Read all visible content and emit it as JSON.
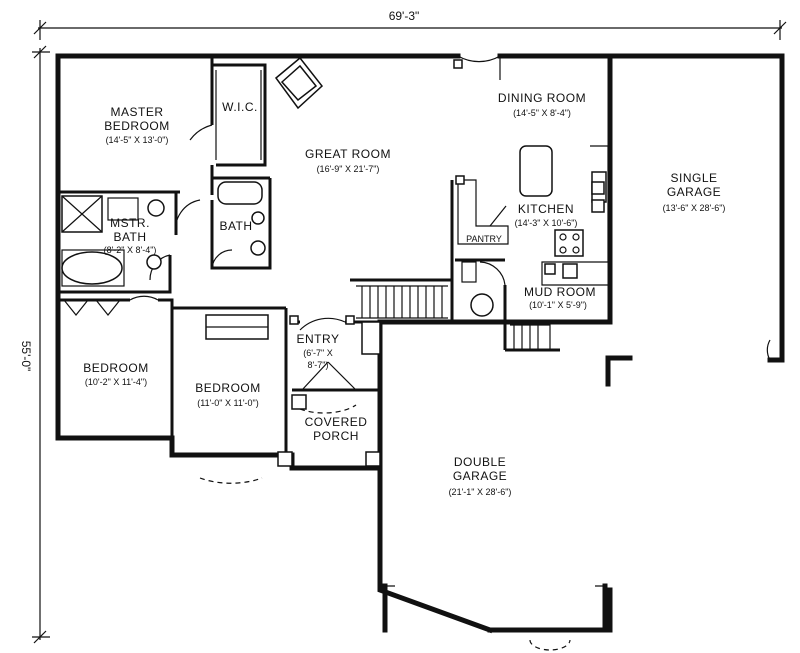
{
  "overall": {
    "width": "69'-3\"",
    "depth": "55'-0\""
  },
  "rooms": {
    "master_bedroom": {
      "name_line1": "MASTER",
      "name_line2": "BEDROOM",
      "dim": "(14'-5\" X 13'-0\")"
    },
    "wic": {
      "name": "W.I.C."
    },
    "great_room": {
      "name": "GREAT ROOM",
      "dim": "(16'-9\" X 21'-7\")"
    },
    "dining_room": {
      "name": "DINING ROOM",
      "dim": "(14'-5\" X 8'-4\")"
    },
    "kitchen": {
      "name": "KITCHEN",
      "dim": "(14'-3\" X 10'-6\")"
    },
    "pantry": {
      "name": "PANTRY"
    },
    "single_garage": {
      "name_line1": "SINGLE",
      "name_line2": "GARAGE",
      "dim": "(13'-6\" X 28'-6\")"
    },
    "master_bath": {
      "name_line1": "MSTR.",
      "name_line2": "BATH",
      "dim": "(8'-2\" X 8'-4\")"
    },
    "bath": {
      "name": "BATH"
    },
    "mud_room": {
      "name": "MUD ROOM",
      "dim": "(10'-1\" X 5'-9\")"
    },
    "bedroom_1": {
      "name": "BEDROOM",
      "dim": "(10'-2\" X 11'-4\")"
    },
    "bedroom_2": {
      "name": "BEDROOM",
      "dim": "(11'-0\" X 11'-0\")"
    },
    "entry": {
      "name": "ENTRY",
      "dim_line1": "(6'-7\" X",
      "dim_line2": "8'-7\")"
    },
    "covered_porch": {
      "name_line1": "COVERED",
      "name_line2": "PORCH"
    },
    "double_garage": {
      "name_line1": "DOUBLE",
      "name_line2": "GARAGE",
      "dim": "(21'-1\" X 28'-6\")"
    }
  }
}
